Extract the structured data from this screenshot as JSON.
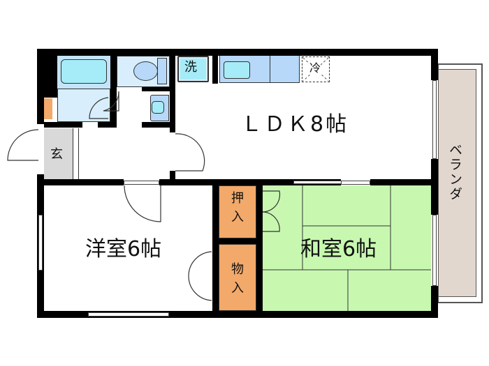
{
  "floorplan": {
    "colors": {
      "wall": "#000000",
      "bath": "#d8eefc",
      "bath_tub": "#a6ecf8",
      "fixture_blue": "#b7d8f8",
      "genkan": "#d9d9d9",
      "storage": "#f2a96a",
      "tatami": "#c8f8b0",
      "veranda": "#e2d7cf",
      "floor": "#ffffff"
    },
    "rooms": {
      "ldk": {
        "label": "ＬＤＫ8帖"
      },
      "western": {
        "label": "洋室6帖"
      },
      "japanese": {
        "label": "和室6帖"
      },
      "genkan": {
        "label": "玄"
      },
      "closet_oshiire": {
        "label_top": "押",
        "label_bottom": "入"
      },
      "closet_monoire": {
        "label_top": "物",
        "label_bottom": "入"
      },
      "veranda": {
        "label": "ベランダ"
      }
    },
    "fixtures": {
      "washer": {
        "label": "洗"
      },
      "fridge": {
        "label": "冷"
      }
    }
  }
}
